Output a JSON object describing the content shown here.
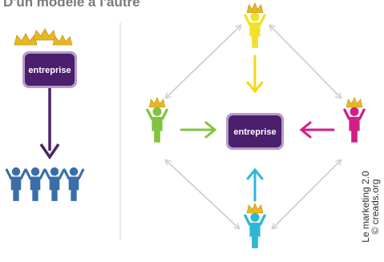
{
  "heading": "D'un modèle à l'autre",
  "left_model": {
    "box_label": "entreprise",
    "people_count": 4
  },
  "right_model": {
    "box_label": "entreprise"
  },
  "credit": {
    "line1": "Le marketing 2.0",
    "line2": "© creads.org"
  },
  "colors": {
    "box_fill": "#4b1e6e",
    "box_border": "#b59cc7",
    "crown": "#e8b820",
    "top_person": "#f2e12b",
    "left_person": "#82c341",
    "right_person": "#d21f87",
    "bottom_person": "#2db7d6",
    "people_blue": "#3a6ea8",
    "down_arrow": "#4a2368",
    "grey_arrow": "#d2d2d2",
    "divider": "#e2e2e2"
  },
  "icons": [
    "crown-icon",
    "person-icon"
  ]
}
